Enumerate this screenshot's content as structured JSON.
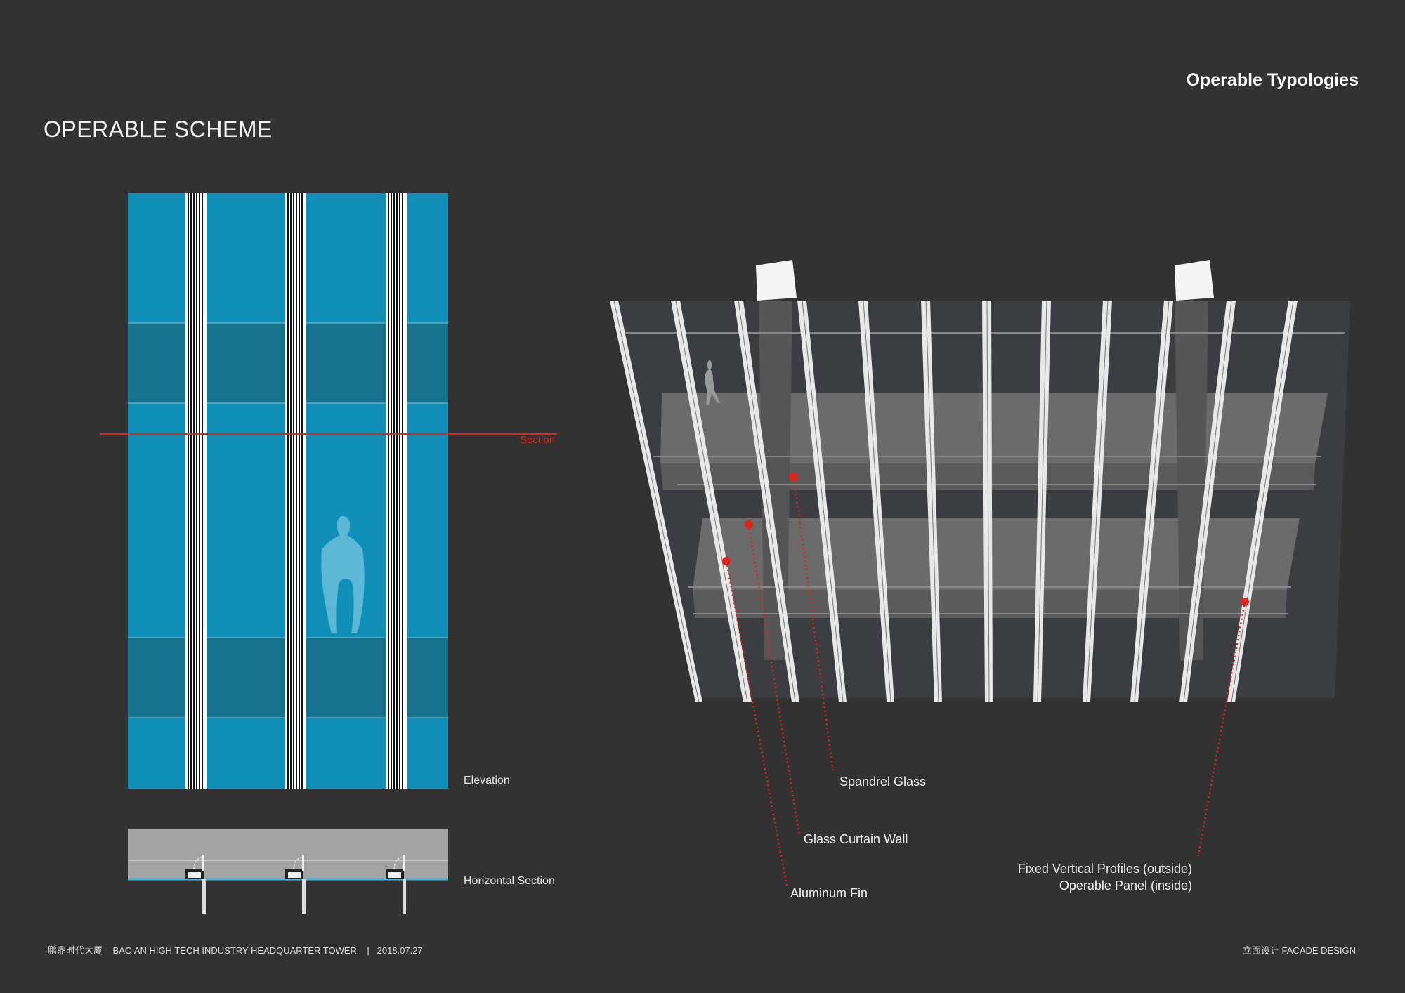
{
  "header": {
    "section_title": "Operable Typologies"
  },
  "page_title": "OPERABLE SCHEME",
  "elevation": {
    "section_marker_label": "Section",
    "elevation_label": "Elevation",
    "horizontal_section_label": "Horizontal Section"
  },
  "axonometric": {
    "callouts": {
      "spandrel_glass": "Spandrel Glass",
      "glass_curtain_wall": "Glass Curtain Wall",
      "aluminum_fin": "Aluminum Fin",
      "fixed_vertical_profiles": "Fixed Vertical Profiles (outside)",
      "operable_panel": "Operable Panel (inside)"
    }
  },
  "footer": {
    "project_cn": "鹏鼎时代大厦",
    "project_en": "BAO AN HIGH TECH INDUSTRY HEADQUARTER TOWER",
    "separator": "|",
    "date": "2018.07.27",
    "discipline_cn": "立面设计",
    "discipline_en": "FACADE DESIGN"
  },
  "colors": {
    "background": "#323232",
    "glass_blue": "#1090b8",
    "spandrel_blue": "#17738d",
    "section_red": "#e2231a",
    "fin_white": "#f0f0f0"
  }
}
